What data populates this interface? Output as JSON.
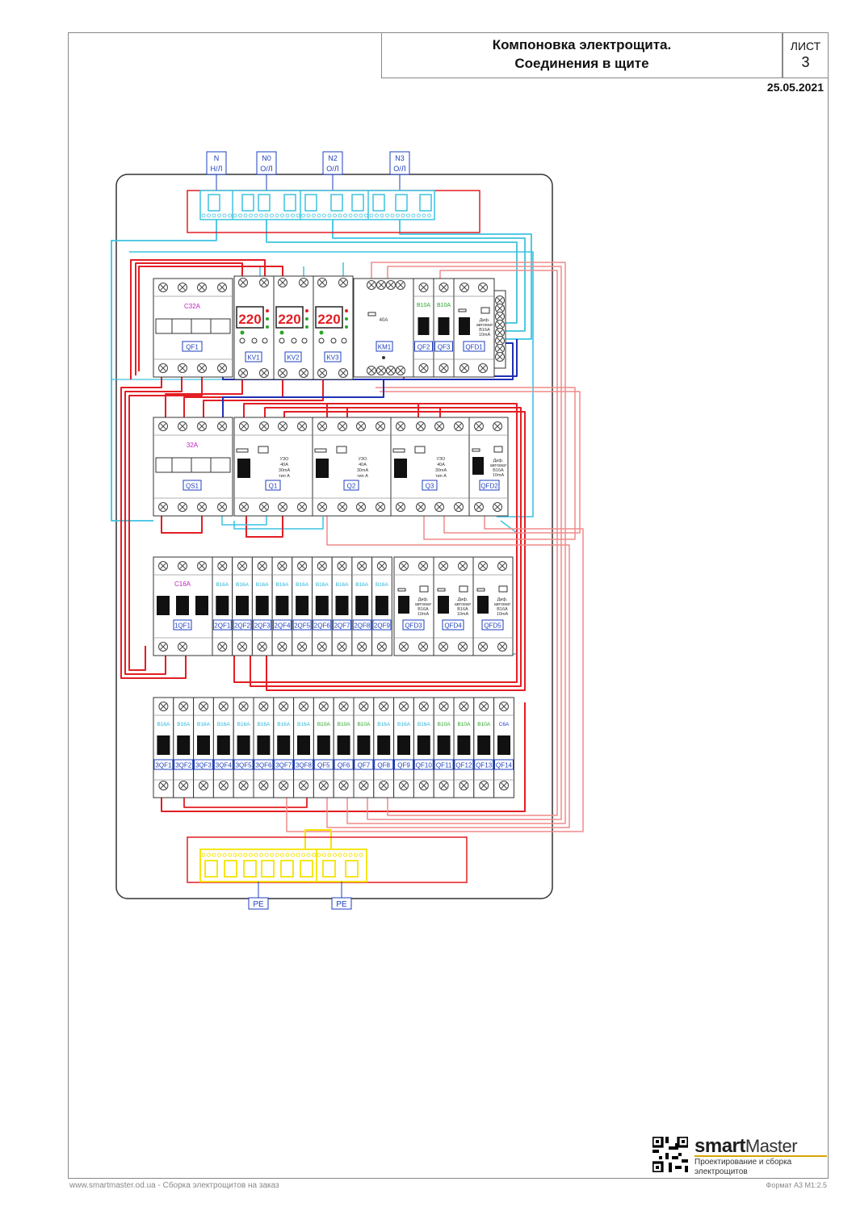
{
  "header": {
    "title_line1": "Компоновка электрощита.",
    "title_line2": "Соединения в щите",
    "sheet_label": "ЛИСТ",
    "sheet_number": "3",
    "date": "25.05.2021"
  },
  "top_buses": [
    {
      "name": "N",
      "sub": "Н/Л"
    },
    {
      "name": "N0",
      "sub": "О/Л"
    },
    {
      "name": "N2",
      "sub": "О/Л"
    },
    {
      "name": "N3",
      "sub": "О/Л"
    }
  ],
  "row1": {
    "qf1_rating": "C32A",
    "qf1_label": "QF1",
    "relay_display": "220",
    "relays": [
      "KV1",
      "KV2",
      "KV3"
    ],
    "contactor_rating": "40A",
    "contactor_label": "KM1",
    "qf2_rating": "B10A",
    "qf2_label": "QF2",
    "qf3_rating": "B10A",
    "qf3_label": "QF3",
    "qfd1_text": [
      "Диф.",
      "автомат",
      "B16A",
      "10mA"
    ],
    "qfd1_label": "QFD1"
  },
  "row2": {
    "qs1_rating": "32A",
    "qs1_label": "QS1",
    "rcd_text": [
      "УЗО",
      "40A",
      "30mA",
      "тип A"
    ],
    "rcds": [
      "Q1",
      "Q2",
      "Q3"
    ],
    "qfd2_text": [
      "Диф.",
      "автомат",
      "B16A",
      "10mA"
    ],
    "qfd2_label": "QFD2"
  },
  "row3": {
    "qf_main_rating": "C16A",
    "qf_main_label": "1QF1",
    "breaker_rating": "B16A",
    "breakers": [
      "2QF1",
      "2QF2",
      "2QF3",
      "2QF4",
      "2QF5",
      "2QF6",
      "2QF7",
      "2QF8",
      "2QF9"
    ],
    "dif_text": [
      "Диф.",
      "автомат",
      "B16A",
      "10mA"
    ],
    "difs": [
      "QFD3",
      "QFD4",
      "QFD5"
    ]
  },
  "row4": {
    "breakers": [
      {
        "label": "3QF1",
        "rating": "B16A"
      },
      {
        "label": "3QF2",
        "rating": "B16A"
      },
      {
        "label": "3QF3",
        "rating": "B16A"
      },
      {
        "label": "3QF4",
        "rating": "B16A"
      },
      {
        "label": "3QF5",
        "rating": "B16A"
      },
      {
        "label": "3QF6",
        "rating": "B16A"
      },
      {
        "label": "3QF7",
        "rating": "B16A"
      },
      {
        "label": "3QF8",
        "rating": "B16A"
      },
      {
        "label": "QF5",
        "rating": "B10A"
      },
      {
        "label": "QF6",
        "rating": "B10A"
      },
      {
        "label": "QF7",
        "rating": "B10A"
      },
      {
        "label": "QF8",
        "rating": "B16A"
      },
      {
        "label": "QF9",
        "rating": "B16A"
      },
      {
        "label": "QF10",
        "rating": "B16A"
      },
      {
        "label": "QF11",
        "rating": "B10A"
      },
      {
        "label": "QF12",
        "rating": "B10A"
      },
      {
        "label": "QF13",
        "rating": "B10A"
      },
      {
        "label": "QF14",
        "rating": "C6A"
      }
    ]
  },
  "bottom_buses": [
    {
      "name": "PE"
    },
    {
      "name": "PE"
    }
  ],
  "footer": {
    "left": "www.smartmaster.od.ua  - Сборка электрощитов на заказ",
    "right": "Формат А3  М1:2.5"
  },
  "logo": {
    "word_bold": "smart",
    "word_thin": "Master",
    "subtitle_line1": "Проектирование и сборка",
    "subtitle_line2": "электрощитов"
  },
  "colors": {
    "phase_red": "#e31e24",
    "neutral_cyan": "#3cc3e0",
    "pe_yellow": "#f5e400",
    "control_blue": "#1f2fb5",
    "label_blue": "#1d3fbf",
    "rating_magenta": "#c020c0",
    "rating_cyan": "#26b5d9",
    "rating_green": "#2aa52a",
    "light_red": "#f08a8a"
  }
}
